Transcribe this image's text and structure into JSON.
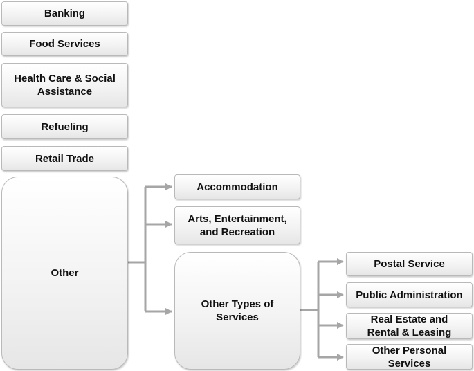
{
  "nodes": {
    "banking": "Banking",
    "food_services": "Food Services",
    "health_care": "Health Care & Social Assistance",
    "refueling": "Refueling",
    "retail_trade": "Retail Trade",
    "other": "Other",
    "accommodation": "Accommodation",
    "arts": "Arts, Entertainment, and Recreation",
    "other_types": "Other Types of Services",
    "postal_service": "Postal Service",
    "public_administration": "Public Administration",
    "real_estate": "Real Estate and Rental & Leasing",
    "other_personal": "Other Personal Services"
  },
  "colors": {
    "connector": "#a6a6a6",
    "box_border": "#b9b9b9"
  }
}
